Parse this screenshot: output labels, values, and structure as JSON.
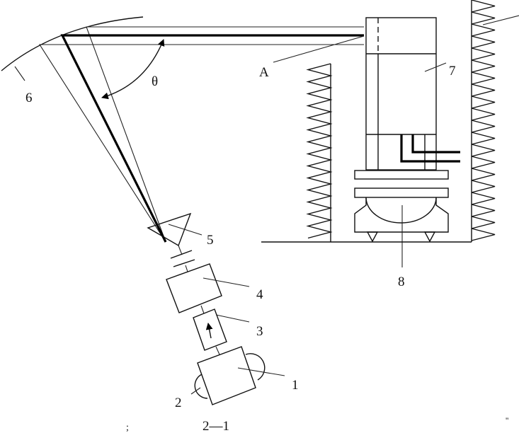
{
  "figure": {
    "caption": "2—1",
    "caption_mark_left": ";",
    "caption_mark_right": "''",
    "colors": {
      "line": "#000000",
      "background": "#ffffff"
    }
  },
  "labels": {
    "l1": "1",
    "l2": "2",
    "l3": "3",
    "l4": "4",
    "l5": "5",
    "l6": "6",
    "l7": "7",
    "l8": "8",
    "point_a": "A",
    "angle": "θ"
  }
}
